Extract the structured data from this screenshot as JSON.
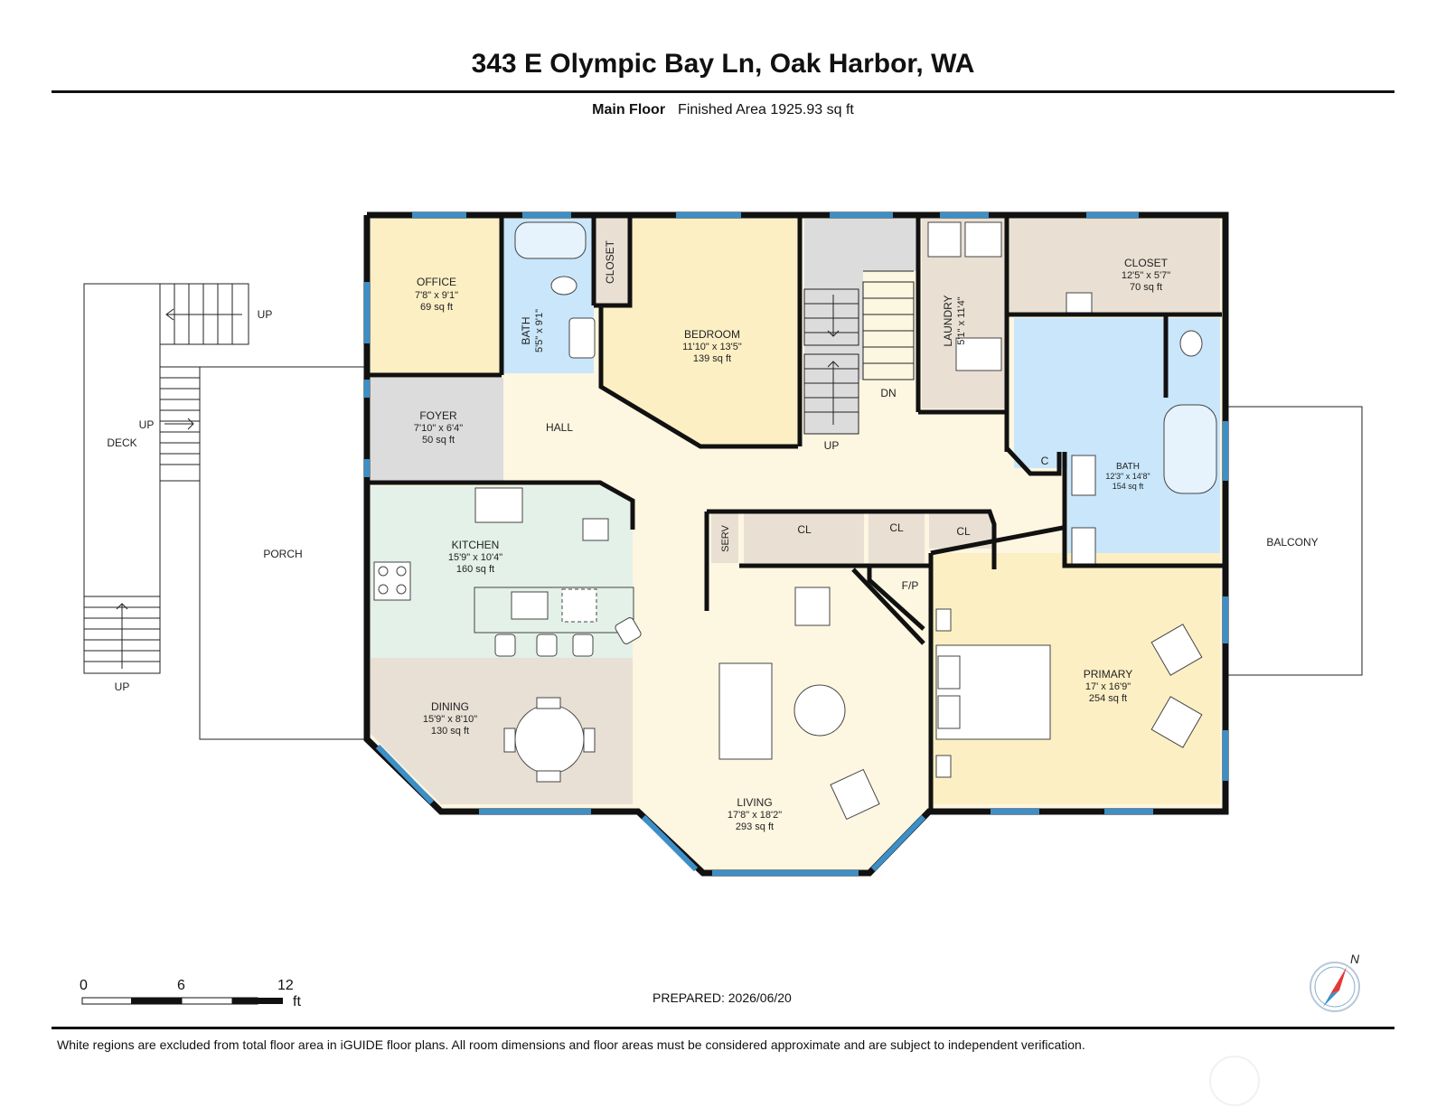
{
  "header": {
    "title": "343 E Olympic Bay Ln, Oak Harbor, WA",
    "floor_name": "Main Floor",
    "finished_area": "Finished Area 1925.93 sq ft"
  },
  "rooms": {
    "office": {
      "name": "OFFICE",
      "dims": "7'8\" x 9'1\"",
      "area": "69 sq ft"
    },
    "bath1": {
      "name": "BATH",
      "dims": "5'5\" x 9'1\""
    },
    "closet1": {
      "name": "CLOSET"
    },
    "bedroom": {
      "name": "BEDROOM",
      "dims": "11'10\" x 13'5\"",
      "area": "139 sq ft"
    },
    "laundry": {
      "name": "LAUNDRY",
      "dims": "5'1\" x 11'4\""
    },
    "closet2": {
      "name": "CLOSET",
      "dims": "12'5\" x 5'7\"",
      "area": "70 sq ft"
    },
    "foyer": {
      "name": "FOYER",
      "dims": "7'10\" x 6'4\"",
      "area": "50 sq ft"
    },
    "hall": {
      "name": "HALL"
    },
    "kitchen": {
      "name": "KITCHEN",
      "dims": "15'9\" x 10'4\"",
      "area": "160 sq ft"
    },
    "dining": {
      "name": "DINING",
      "dims": "15'9\" x 8'10\"",
      "area": "130 sq ft"
    },
    "living": {
      "name": "LIVING",
      "dims": "17'8\" x 18'2\"",
      "area": "293 sq ft"
    },
    "primary": {
      "name": "PRIMARY",
      "dims": "17' x 16'9\"",
      "area": "254 sq ft"
    },
    "bath2": {
      "name": "BATH",
      "dims": "12'3\" x 14'8\"",
      "area": "154 sq ft"
    },
    "serv": {
      "name": "SERV"
    },
    "cl_a": {
      "name": "CL"
    },
    "cl_b": {
      "name": "CL"
    },
    "cl_c": {
      "name": "CL"
    },
    "fp": {
      "name": "F/P"
    },
    "c_small": {
      "name": "C"
    }
  },
  "exterior": {
    "deck": "DECK",
    "porch": "PORCH",
    "balcony": "BALCONY",
    "up": "UP",
    "dn": "DN"
  },
  "scale": {
    "ticks": [
      "0",
      "6",
      "12"
    ],
    "unit": "ft"
  },
  "compass": {
    "north": "N"
  },
  "prepared": "PREPARED: 2026/06/20",
  "disclaimer": "White regions are excluded from total floor area in iGUIDE floor plans. All room dimensions and floor areas must be considered approximate and are subject to independent verification.",
  "colors": {
    "office": "#fcefc4",
    "bath": "#c9e6fb",
    "closet": "#e9e0d3",
    "bedroom": "#fcefc4",
    "hall": "#fdf6e1",
    "foyer": "#dcdcdc",
    "kitchen": "#e3f1e8",
    "dining": "#e8e0d5",
    "primary": "#fcefc4",
    "wall": "#111111",
    "window": "#3c8fc7"
  }
}
